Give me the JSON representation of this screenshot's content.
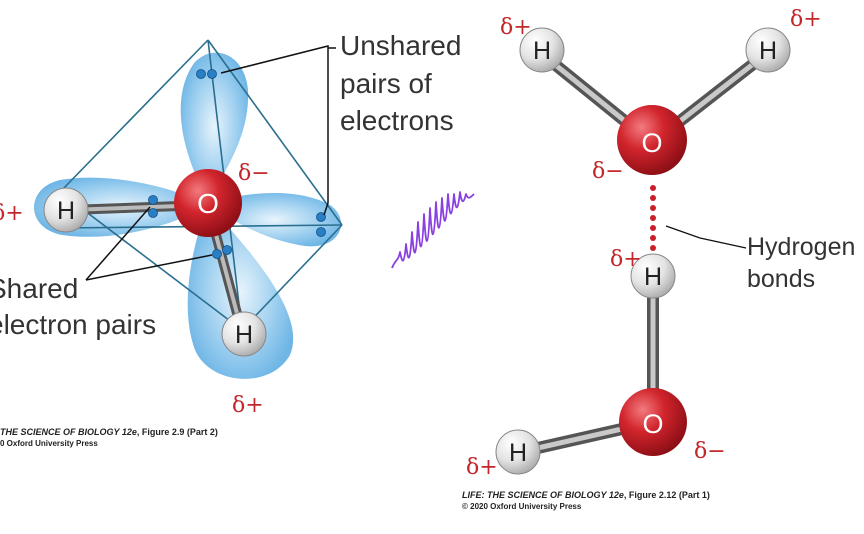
{
  "left_figure": {
    "labels": {
      "unshared": [
        "Unshared",
        "pairs of",
        "electrons"
      ],
      "shared": [
        "Shared",
        "electron pairs"
      ]
    },
    "atoms": {
      "oxygen": "O",
      "hydrogen": "H"
    },
    "partial_charges": {
      "positive": "δ+",
      "negative": "δ−"
    },
    "credit": {
      "title": "THE SCIENCE OF BIOLOGY 12e",
      "figure": ", Figure 2.9 (Part 2)",
      "copyright": "0 Oxford University Press"
    }
  },
  "right_figure": {
    "labels": {
      "hydrogen_bonds": [
        "Hydrogen",
        "bonds"
      ]
    },
    "atoms": {
      "oxygen": "O",
      "hydrogen": "H"
    },
    "partial_charges": {
      "positive": "δ+",
      "negative": "δ−"
    },
    "credit": {
      "title": "LIFE: THE SCIENCE OF BIOLOGY 12e",
      "figure": ", Figure 2.12 (Part 1)",
      "copyright": "© 2020 Oxford University Press"
    }
  },
  "colors": {
    "oxygen": "#c8202a",
    "hydrogen": "#d9d9d9",
    "orbital": "#6fb6e6",
    "electron": "#2a7fc4",
    "delta": "#c4272b",
    "hbond": "#c8202a",
    "scribble": "#8a3fe0"
  }
}
